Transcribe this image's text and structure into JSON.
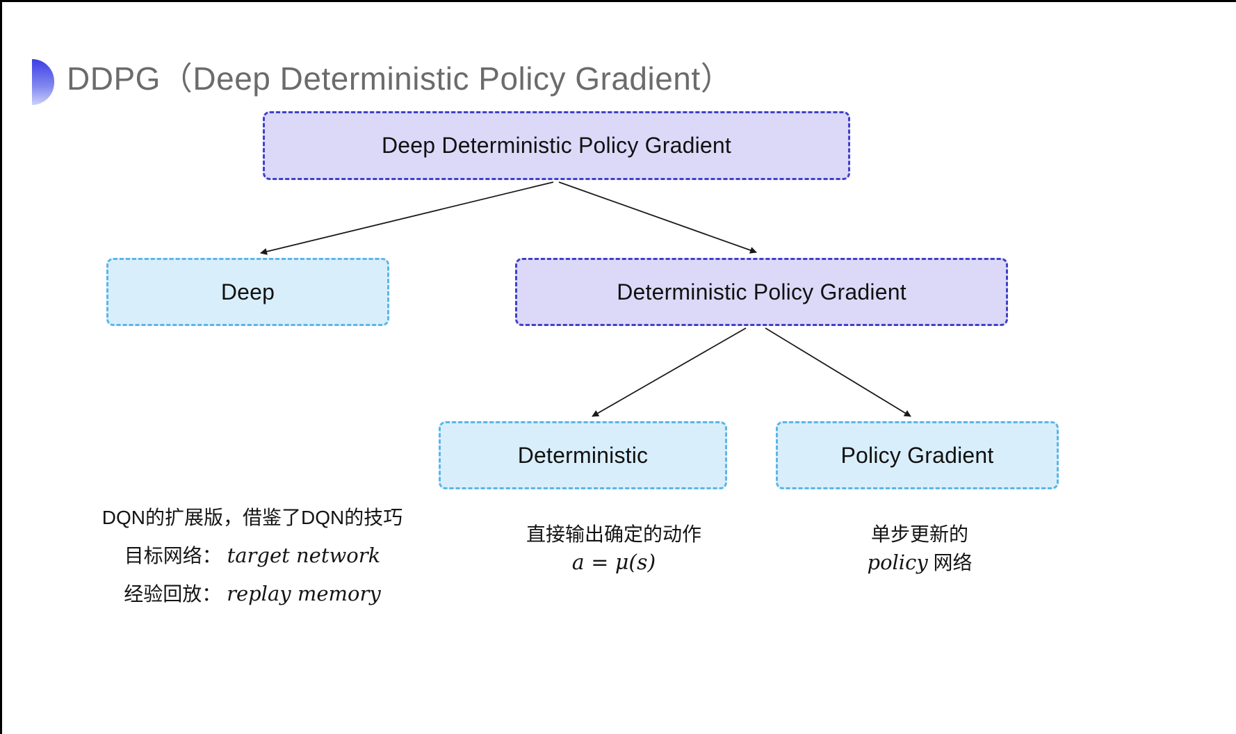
{
  "title": {
    "text": "DDPG（Deep Deterministic Policy Gradient）"
  },
  "colors": {
    "purple_fill": "#dcd9f8",
    "purple_border": "#4040c8",
    "cyan_fill": "#d9eefb",
    "cyan_border": "#58b6e8",
    "title_gray": "#6b6b6b",
    "arrow": "#1a1a1a",
    "bullet_top": "#3d3de4",
    "bullet_bottom": "#ccd0fa"
  },
  "nodes": [
    {
      "id": "ddpg",
      "label": "Deep Deterministic Policy Gradient",
      "variant": "purple"
    },
    {
      "id": "deep",
      "label": "Deep",
      "variant": "cyan"
    },
    {
      "id": "dpg",
      "label": "Deterministic Policy Gradient",
      "variant": "purple"
    },
    {
      "id": "deterministic",
      "label": "Deterministic",
      "variant": "cyan"
    },
    {
      "id": "policy_gradient",
      "label": "Policy Gradient",
      "variant": "cyan"
    }
  ],
  "annotations": {
    "deep_note": {
      "line1": "DQN的扩展版，借鉴了DQN的技巧",
      "line2_label": "目标网络：",
      "line2_value": "target network",
      "line3_label": "经验回放：",
      "line3_value": "replay memory"
    },
    "deterministic_note": {
      "line1": "直接输出确定的动作",
      "formula": "a = μ(s)"
    },
    "policy_gradient_note": {
      "line1": "单步更新的",
      "line2_italic": "policy",
      "line2_rest": " 网络"
    }
  }
}
